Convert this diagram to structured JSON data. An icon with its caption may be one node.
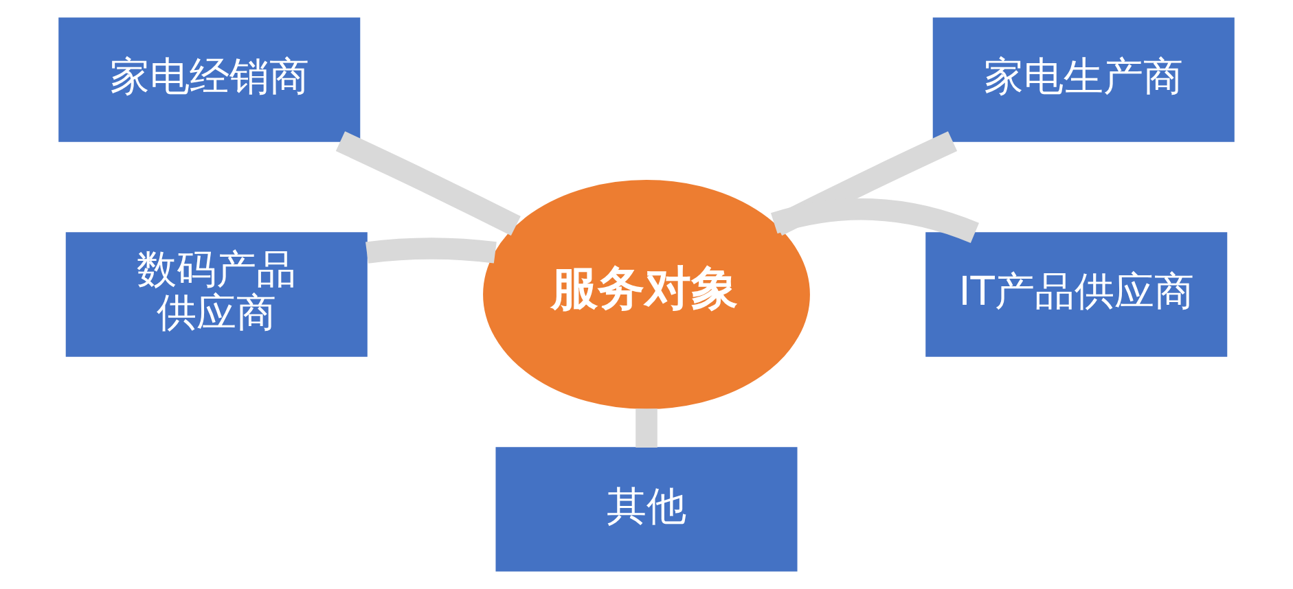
{
  "diagram": {
    "nodes": [
      {
        "text": [
          "家电经销商"
        ]
      },
      {
        "text": [
          "家电生产商"
        ]
      },
      {
        "text": [
          "服务对象"
        ]
      },
      {
        "text": [
          "数码产品供应商"
        ]
      },
      {
        "text": [
          "IT产品供应商"
        ]
      },
      {
        "text": [
          "其他"
        ]
      }
    ],
    "edges": [
      {
        "from": 2,
        "to": 0,
        "arrow": "none"
      },
      {
        "from": 2,
        "to": 1,
        "arrow": "none"
      },
      {
        "from": 2,
        "to": 3,
        "arrow": "none"
      },
      {
        "from": 2,
        "to": 4,
        "arrow": "none"
      },
      {
        "from": 2,
        "to": 5,
        "arrow": "none"
      }
    ]
  }
}
